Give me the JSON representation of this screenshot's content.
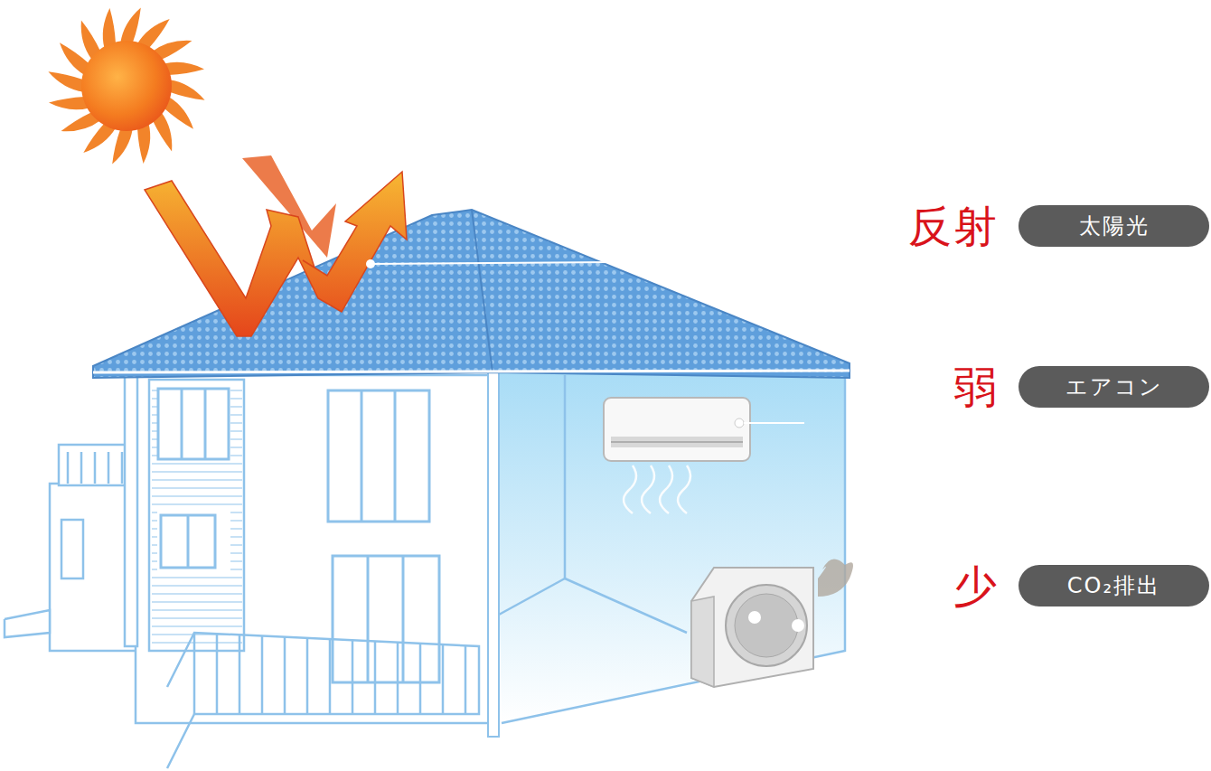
{
  "diagram": {
    "nodes": [
      {
        "text": [
          "反射",
          "太陽光"
        ]
      },
      {
        "text": [
          "弱",
          "エアコン"
        ]
      },
      {
        "text": [
          "少",
          "CO₂排出"
        ]
      }
    ]
  }
}
